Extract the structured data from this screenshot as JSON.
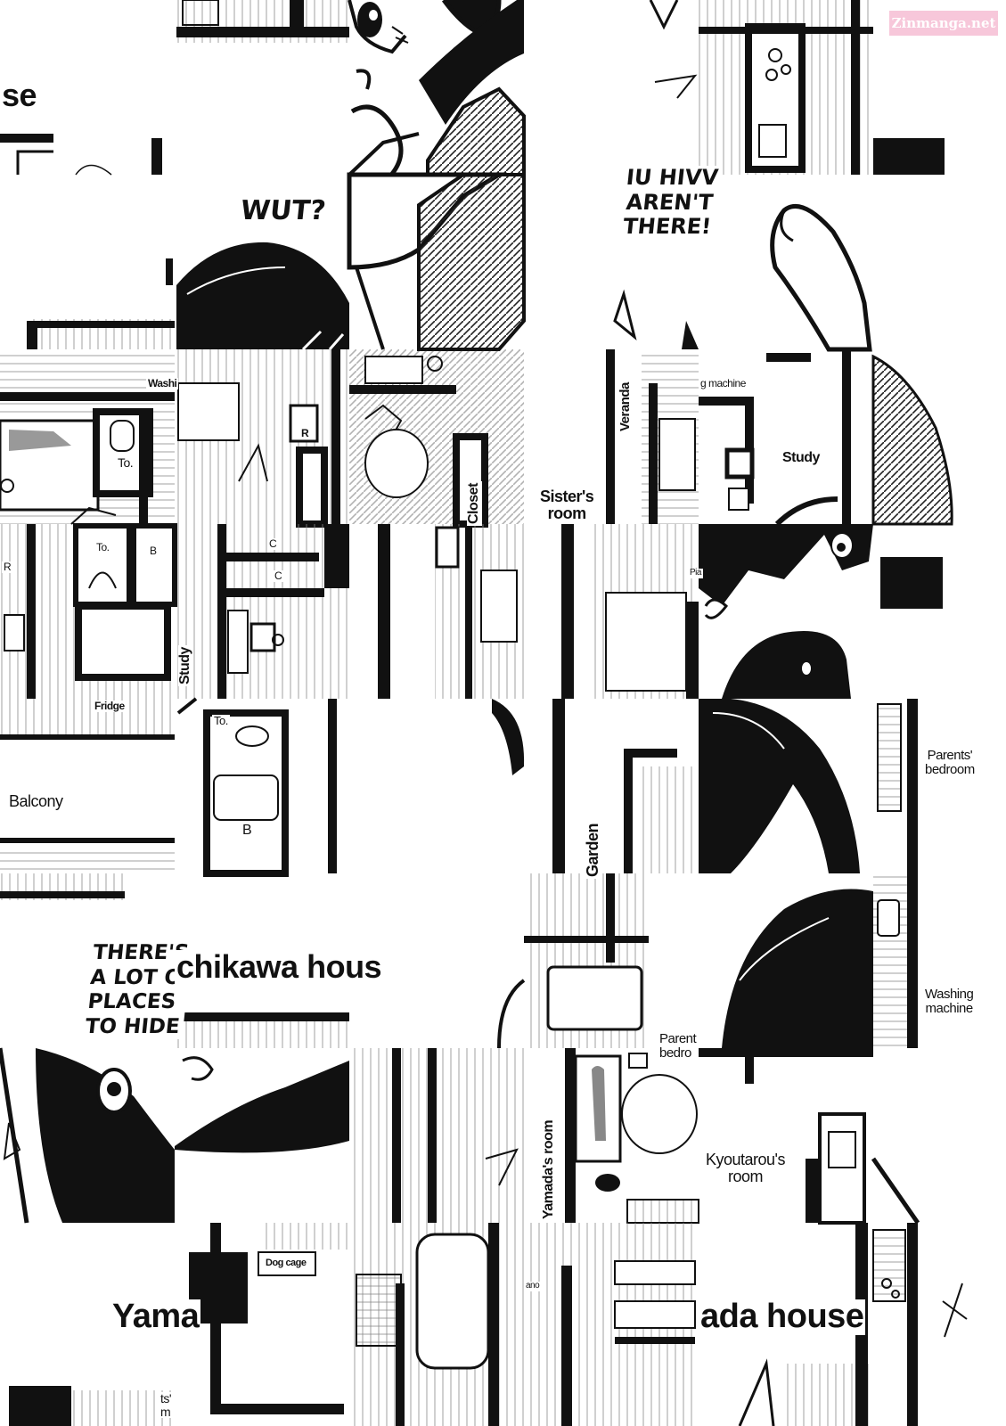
{
  "watermark": "Zinmanga.net",
  "room_labels": {
    "washing_top_left": "Washi",
    "washing_top_mid": "g machine",
    "toilet_1": "To.",
    "toilet_2": "To.",
    "toilet_3": "To.",
    "bath_b_1": "B",
    "bath_b_2": "B",
    "closet_c_1": "C",
    "closet_c_2": "C",
    "r_1": "R",
    "r_2": "R",
    "closet": "Closet",
    "veranda": "Veranda",
    "sisters_room": "Sister's\nroom",
    "study_1": "Study",
    "study_2": "Study",
    "fridge": "Fridge",
    "balcony": "Balcony",
    "garden": "Garden",
    "parents_bedroom_1": "Parents'\nbedroom",
    "parents_bedroom_2": "Parent\nbedro",
    "washing_machine": "Washing\nmachine",
    "yamadas_room": "Yamada's room",
    "kyoutarous_room": "Kyoutarou's\nroom",
    "dog_cage": "Dog cage",
    "piano_1": "Pia",
    "piano_2": "ano",
    "parents_frag": "ts'\nm"
  },
  "house_titles": {
    "ichikawa": "chikawa hous",
    "yamada_left": "Yama",
    "yamada_right": "ada house",
    "top_left_frag": "se"
  },
  "handwritten": {
    "wut": "WUT?",
    "arent_there": "IU HIVV\nAREN'T\nTHERE!",
    "lot_of_places": "THERE'S\nA LOT O\nPLACES\nTO HIDE"
  }
}
